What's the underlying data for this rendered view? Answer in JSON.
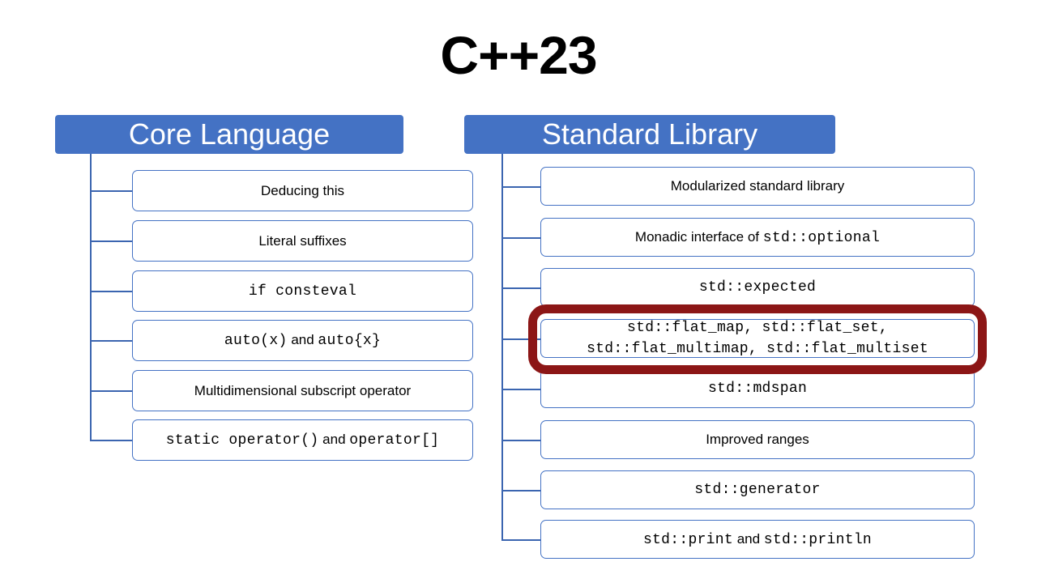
{
  "slide": {
    "title": "C++23",
    "background": "#ffffff",
    "accent_blue": "#4472C4",
    "highlight_red": "#8C1616"
  },
  "columns": [
    {
      "id": "core-language",
      "header": "Core Language",
      "items": [
        {
          "text": "Deducing this",
          "style": "plain"
        },
        {
          "text": "Literal suffixes",
          "style": "plain"
        },
        {
          "text": "if consteval",
          "style": "mono"
        },
        {
          "text": "auto(x) and auto{x}",
          "style": "mixed",
          "parts": [
            {
              "t": "auto(x)",
              "f": "mono"
            },
            {
              "t": " and ",
              "f": "plain"
            },
            {
              "t": "auto{x}",
              "f": "mono"
            }
          ]
        },
        {
          "text": "Multidimensional subscript operator",
          "style": "plain"
        },
        {
          "text": "static operator() and operator[]",
          "style": "mixed",
          "parts": [
            {
              "t": "static operator()",
              "f": "mono"
            },
            {
              "t": " and ",
              "f": "plain"
            },
            {
              "t": "operator[]",
              "f": "mono"
            }
          ]
        }
      ]
    },
    {
      "id": "standard-library",
      "header": "Standard Library",
      "items": [
        {
          "text": "Modularized standard library",
          "style": "plain"
        },
        {
          "text": "Monadic interface of std::optional",
          "style": "mixed",
          "parts": [
            {
              "t": "Monadic interface of ",
              "f": "plain"
            },
            {
              "t": "std::optional",
              "f": "mono"
            }
          ]
        },
        {
          "text": "std::expected",
          "style": "mono"
        },
        {
          "text": "std::flat_map, std::flat_set, std::flat_multimap, std::flat_multiset",
          "style": "mono-2line",
          "lines": [
            "std::flat_map, std::flat_set,",
            "std::flat_multimap, std::flat_multiset"
          ],
          "highlighted": true
        },
        {
          "text": "std::mdspan",
          "style": "mono"
        },
        {
          "text": "Improved ranges",
          "style": "plain"
        },
        {
          "text": "std::generator",
          "style": "mono"
        },
        {
          "text": "std::print and std::println",
          "style": "mixed",
          "parts": [
            {
              "t": "std::print",
              "f": "mono"
            },
            {
              "t": " and ",
              "f": "plain"
            },
            {
              "t": "std::println",
              "f": "mono"
            }
          ]
        }
      ]
    }
  ]
}
